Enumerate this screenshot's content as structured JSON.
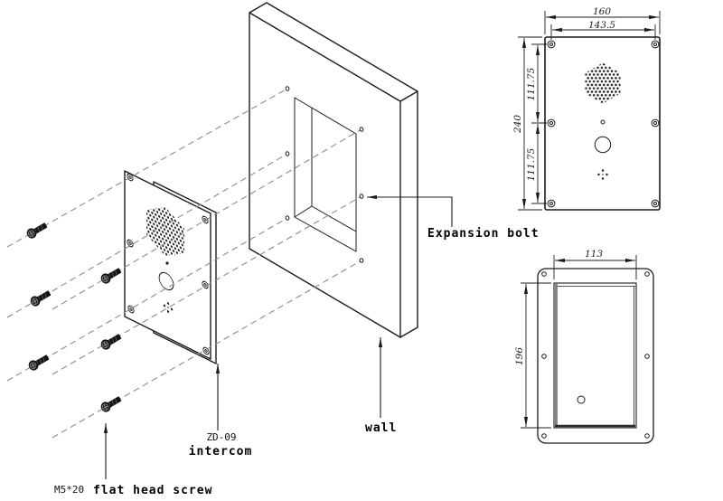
{
  "labels": {
    "expansion_bolt": "Expansion bolt",
    "wall": "wall",
    "model": "ZD-09",
    "product": "intercom",
    "screw_spec": "M5*20",
    "screw_name": "flat head screw"
  },
  "front_view": {
    "overall_width": "160",
    "hole_spacing_width": "143.5",
    "overall_height": "240",
    "hole_spacing_upper": "111.75",
    "hole_spacing_lower": "111.75"
  },
  "box_view": {
    "opening_width": "113",
    "opening_height": "196"
  },
  "colors": {
    "line": "#1c1c1c",
    "dashed_line": "#8c8c8c",
    "background": "#ffffff",
    "recess_shade": "#848484"
  }
}
